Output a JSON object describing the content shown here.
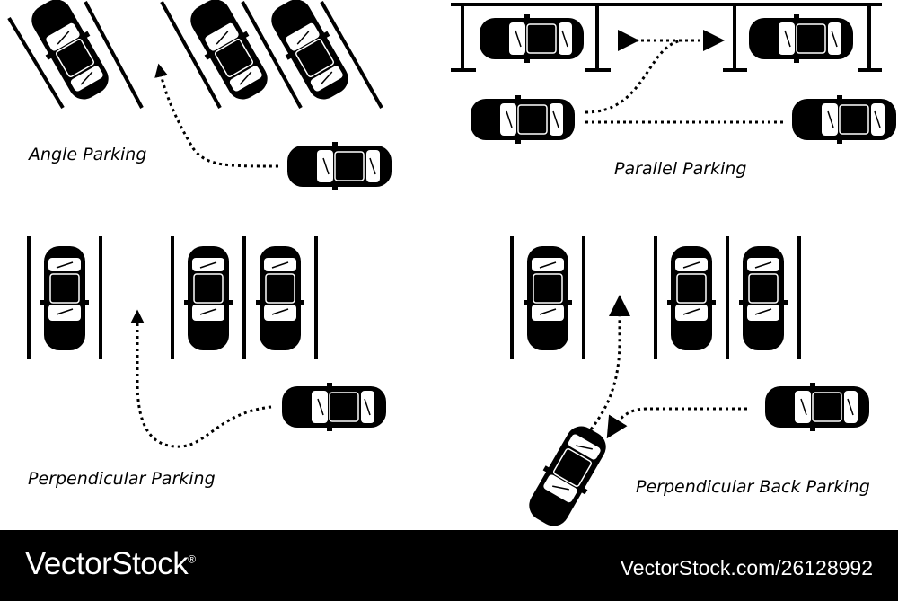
{
  "labels": {
    "angle": "Angle Parking",
    "parallel": "Parallel Parking",
    "perpendicular": "Perpendicular Parking",
    "back": "Perpendicular Back Parking"
  },
  "footer": {
    "brand": "VectorStock",
    "registered_mark": "®",
    "stock_id": "VectorStock.com/26128992"
  },
  "colors": {
    "ink": "#000000",
    "paper": "#ffffff"
  }
}
